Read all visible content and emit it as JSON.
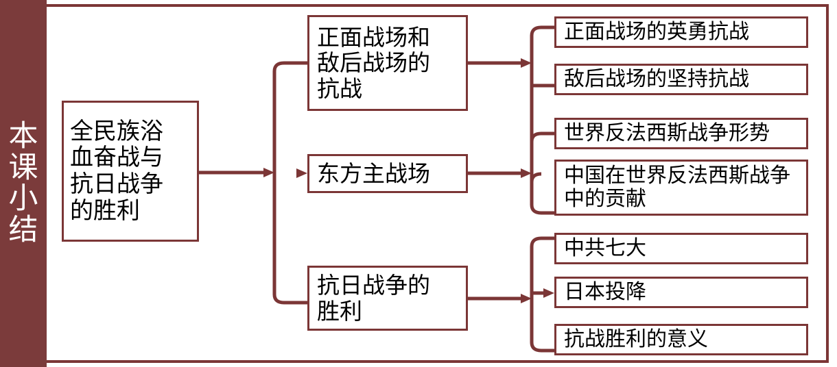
{
  "sidebar": {
    "label": "本\n课\n小\n结",
    "background": "#7b3b3b",
    "text_color": "#ffffff"
  },
  "theme": {
    "accent": "#7b3636",
    "box_border": "#7b3636",
    "box_fill": "#ffffff",
    "text": "#000000",
    "page_background": "#ffffff"
  },
  "diagram": {
    "type": "tree",
    "root": {
      "id": "root",
      "label": "全民族浴\n血奋战与\n抗日战争\n的胜利"
    },
    "branches": [
      {
        "id": "m1",
        "label": "正面战场和\n敌后战场的\n抗战",
        "children": [
          {
            "id": "l1",
            "label": "正面战场的英勇抗战"
          },
          {
            "id": "l2",
            "label": "敌后战场的坚持抗战"
          }
        ]
      },
      {
        "id": "m2",
        "label": "东方主战场",
        "children": [
          {
            "id": "l3",
            "label": "世界反法西斯战争形势"
          },
          {
            "id": "l4",
            "label": "中国在世界反法西斯战争\n中的贡献"
          }
        ]
      },
      {
        "id": "m3",
        "label": "抗日战争的\n胜利",
        "children": [
          {
            "id": "l5",
            "label": "中共七大"
          },
          {
            "id": "l6",
            "label": "日本投降"
          },
          {
            "id": "l7",
            "label": "抗战胜利的意义"
          }
        ]
      }
    ]
  }
}
